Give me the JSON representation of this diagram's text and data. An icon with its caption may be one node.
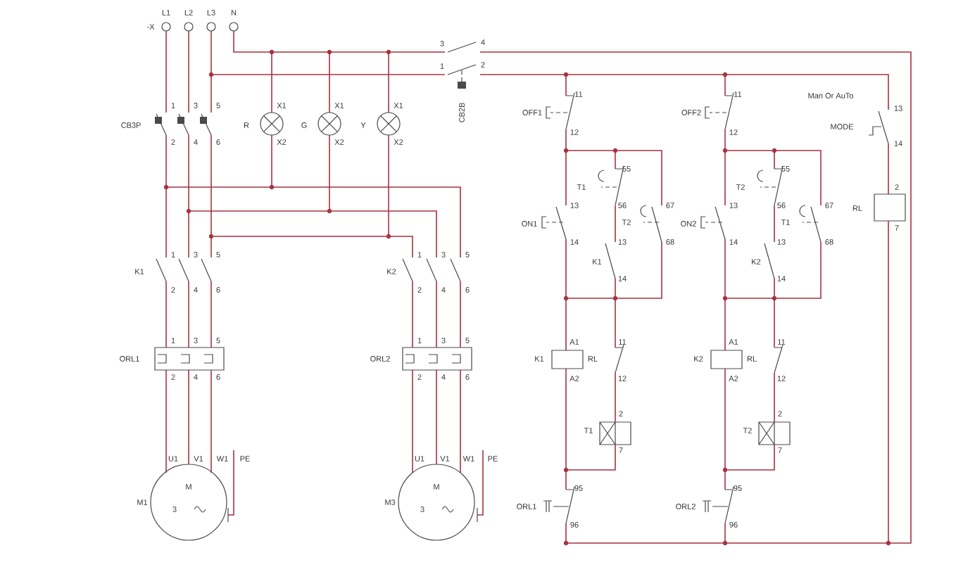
{
  "diagram": {
    "nodes": [
      {
        "text": [
          "M",
          "3"
        ],
        "beside": [
          "M1"
        ]
      },
      {
        "text": [
          "M",
          "3"
        ],
        "beside": [
          "M3"
        ]
      }
    ],
    "labels": [
      "L1",
      "L2",
      "L3",
      "N",
      "-X",
      "3",
      "4",
      "1",
      "2",
      "11",
      "11",
      "Man Or AuTo",
      "13",
      "1",
      "3",
      "5",
      "X1",
      "X1",
      "X1",
      "CB2B",
      "OFF1",
      "OFF2",
      "CB3P",
      "R",
      "G",
      "Y",
      "MODE",
      "12",
      "12",
      "2",
      "4",
      "6",
      "X2",
      "X2",
      "X2",
      "14",
      "55",
      "55",
      "T1",
      "T2",
      "2",
      "13",
      "56",
      "67",
      "13",
      "56",
      "67",
      "RL",
      "ON1",
      "T2",
      "ON2",
      "T1",
      "7",
      "14",
      "13",
      "68",
      "14",
      "13",
      "68",
      "1",
      "3",
      "5",
      "1",
      "3",
      "5",
      "K1",
      "K2",
      "K1",
      "K2",
      "14",
      "14",
      "2",
      "4",
      "6",
      "2",
      "4",
      "6",
      "1",
      "3",
      "5",
      "1",
      "3",
      "5",
      "A1",
      "11",
      "A1",
      "11",
      "ORL1",
      "ORL2",
      "K1",
      "RL",
      "K2",
      "RL",
      "2",
      "4",
      "6",
      "2",
      "4",
      "6",
      "A2",
      "12",
      "A2",
      "12",
      "2",
      "2",
      "T1",
      "T2",
      "7",
      "7",
      "U1",
      "V1",
      "W1",
      "PE",
      "U1",
      "V1",
      "W1",
      "PE",
      "95",
      "95",
      "ORL1",
      "ORL2",
      "96",
      "96"
    ]
  }
}
